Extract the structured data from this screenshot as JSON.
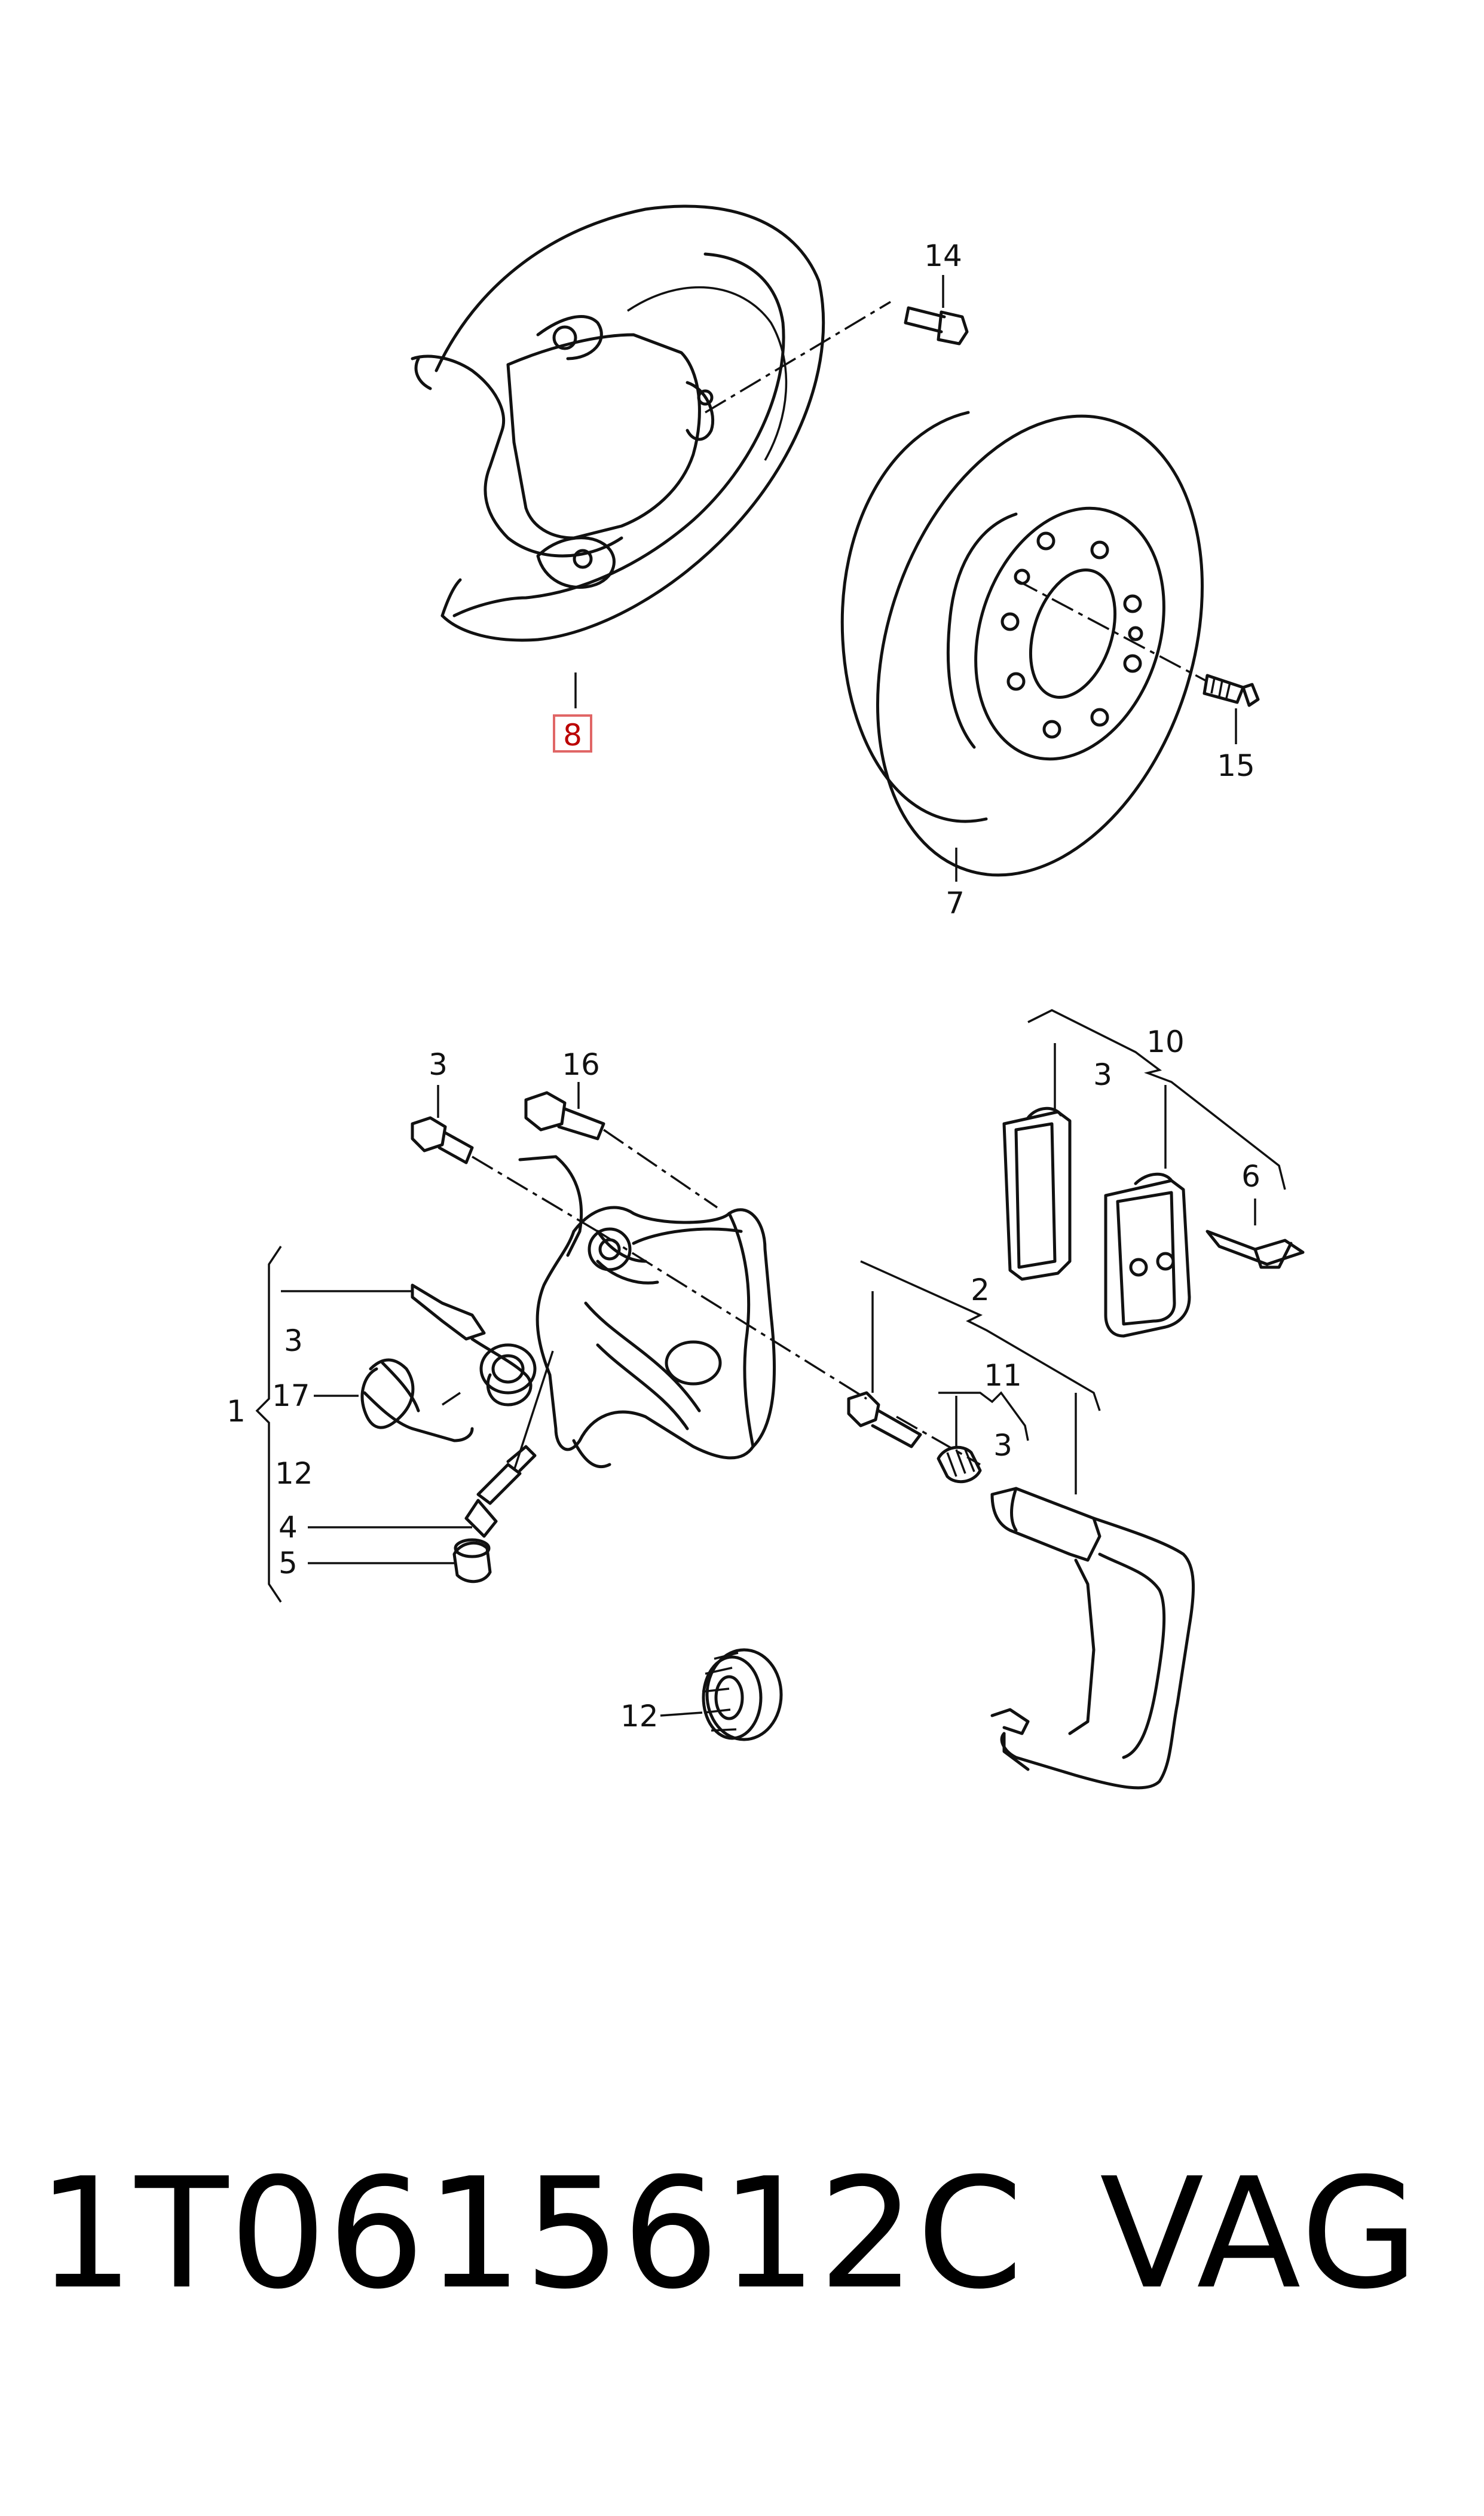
{
  "callouts": {
    "c1": "1",
    "c2": "2",
    "c3a": "3",
    "c3b": "3",
    "c3c": "3",
    "c3d": "3",
    "c4": "4",
    "c5": "5",
    "c6": "6",
    "c7": "7",
    "c8": "8",
    "c10": "10",
    "c11": "11",
    "c12a": "12",
    "c12b": "12",
    "c14": "14",
    "c15": "15",
    "c16": "16",
    "c17": "17"
  },
  "highlighted_callout": "8",
  "highlight_color": "#e06666",
  "footer": {
    "part_number": "1T0615612C",
    "brand": "VAG"
  }
}
